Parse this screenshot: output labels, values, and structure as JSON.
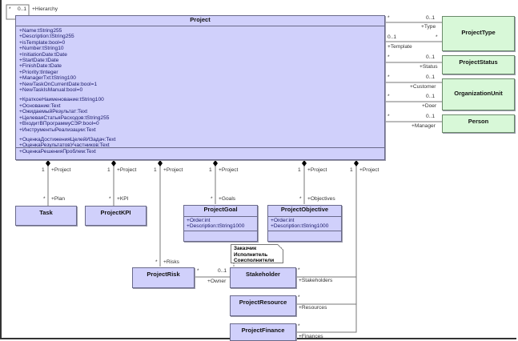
{
  "diagram": {
    "type": "UML class diagram",
    "main_class": {
      "name": "Project",
      "attributes_group1": [
        "+Name:tString255",
        "+Description:tString255",
        "+isTemplate:bool=0",
        "+Number:tString10",
        "+InitiationDate:tDate",
        "+StartDate:tDate",
        "+FinishDate:tDate",
        "+Priority:tInteger",
        "+ManagerTxt:tString100",
        "+NewTaskOnCurrentDate:bool=1",
        "+NewTaskIsManual:bool=0"
      ],
      "attributes_group2": [
        "+КраткоеНаименование:tString100",
        "+Основание:Text",
        "+ОжидаемыйРезультат:Text",
        "+ЦелеваяСтатьяРасходов:tString255",
        "+ВходитВПрограммуСЭР:bool=0",
        "+ИнструментыРеализации:Text"
      ],
      "attributes_group3": [
        "+ОценкаДостиженияЦелейИЗадач:Text",
        "+ОценкаРезультатовУчастников:Text",
        "+ОценкаРешенияПроблем:Text"
      ]
    },
    "self_association": {
      "mult_left": "*",
      "mult_right": "0..1",
      "role": "+Hierarchy"
    },
    "right_classes": [
      {
        "name": "ProjectType"
      },
      {
        "name": "ProjectStatus"
      },
      {
        "name": "OrganizationUnit"
      },
      {
        "name": "Person"
      }
    ],
    "right_associations": [
      {
        "src_mult": "*",
        "dst_mult": "0..1",
        "role": "+Type"
      },
      {
        "src_mult": "0..1",
        "dst_mult": "*",
        "role": "+Template"
      },
      {
        "src_mult": "*",
        "dst_mult": "0..1",
        "role": "+Status"
      },
      {
        "src_mult": "*",
        "dst_mult": "0..1",
        "role": "+Customer"
      },
      {
        "src_mult": "*",
        "dst_mult": "0..1",
        "role": "+Doer"
      },
      {
        "src_mult": "*",
        "dst_mult": "0..1",
        "role": "+Manager"
      }
    ],
    "compositions": [
      {
        "owner_mult": "1",
        "owner_role": "+Project",
        "part_mult": "*",
        "part_role": "+Plan",
        "part": "Task"
      },
      {
        "owner_mult": "1",
        "owner_role": "+Project",
        "part_mult": "*",
        "part_role": "+KPI",
        "part": "ProjectKPI"
      },
      {
        "owner_mult": "1",
        "owner_role": "+Project",
        "part_mult": "*",
        "part_role": "+Risks",
        "part": "ProjectRisk"
      },
      {
        "owner_mult": "1",
        "owner_role": "+Project",
        "part_mult": "*",
        "part_role": "+Goals",
        "part": "ProjectGoal"
      },
      {
        "owner_mult": "1",
        "owner_role": "+Project",
        "part_mult": "*",
        "part_role": "+Objectives",
        "part": "ProjectObjective"
      },
      {
        "owner_mult": "1",
        "owner_role": "+Project",
        "part_mult": "*",
        "part_role": "+Stakeholders",
        "part": "Stakeholder"
      },
      {
        "part_mult": "*",
        "part_role": "+Resources",
        "part": "ProjectResource"
      },
      {
        "part_mult": "*",
        "part_role": "+Finances",
        "part": "ProjectFinance"
      }
    ],
    "classes": {
      "task": {
        "name": "Task"
      },
      "kpi": {
        "name": "ProjectKPI"
      },
      "goal": {
        "name": "ProjectGoal",
        "attributes": [
          "+Order:int",
          "+Description:tString1000"
        ]
      },
      "objective": {
        "name": "ProjectObjective",
        "attributes": [
          "+Order:int",
          "+Description:tString1000"
        ]
      },
      "risk": {
        "name": "ProjectRisk"
      },
      "stakeholder": {
        "name": "Stakeholder"
      },
      "resource": {
        "name": "ProjectResource"
      },
      "finance": {
        "name": "ProjectFinance"
      }
    },
    "risk_owner": {
      "risk_mult": "*",
      "stake_mult": "0..1",
      "role": "+Owner"
    },
    "note": {
      "lines": [
        "Заказчик",
        "Исполнитель",
        "Соисполнители"
      ]
    },
    "colors": {
      "class_fill": "#d0d0fb",
      "green_fill": "#d8f8d8",
      "line": "#777777"
    }
  }
}
